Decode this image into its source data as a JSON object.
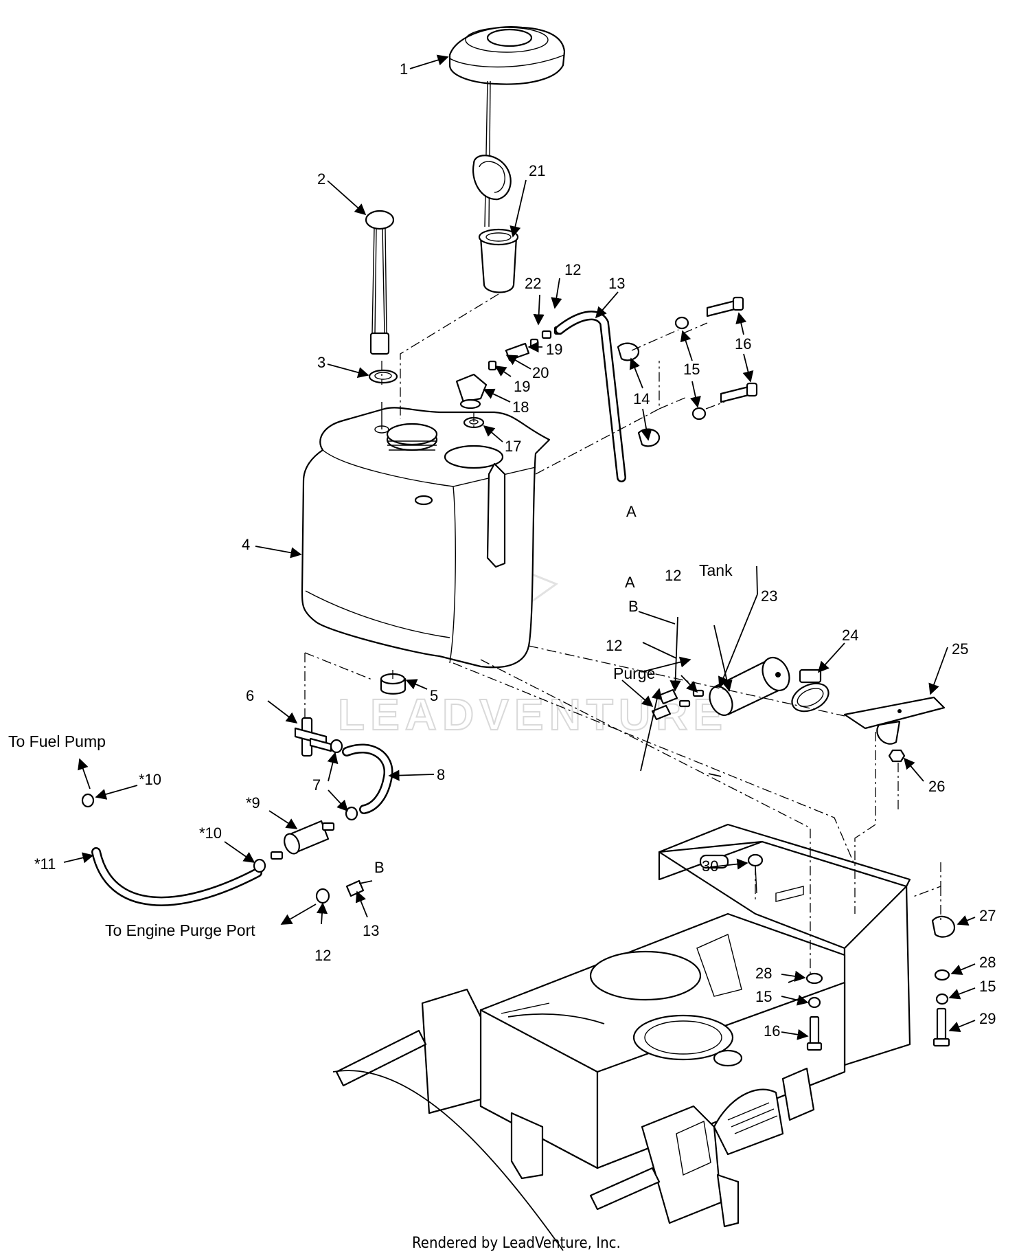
{
  "diagram": {
    "callouts": {
      "c1": "1",
      "c2": "2",
      "c3": "3",
      "c4": "4",
      "c5": "5",
      "c6": "6",
      "c7": "7",
      "c8": "8",
      "c9": "*9",
      "c10a": "*10",
      "c10b": "*10",
      "c11": "*11",
      "c12a": "12",
      "c12b": "12",
      "c12c": "12",
      "c12d": "12",
      "c13a": "13",
      "c13b": "13",
      "c14": "14",
      "c15a": "15",
      "c15b": "15",
      "c15c": "15",
      "c16a": "16",
      "c16b": "16",
      "c17": "17",
      "c18": "18",
      "c19a": "19",
      "c19b": "19",
      "c20": "20",
      "c21": "21",
      "c22": "22",
      "c23": "23",
      "c24": "24",
      "c25": "25",
      "c26": "26",
      "c27": "27",
      "c28a": "28",
      "c28b": "28",
      "c29": "29",
      "c30": "30",
      "refA1": "A",
      "refA2": "A",
      "refB1": "B",
      "refB2": "B"
    },
    "labels": {
      "to_fuel_pump": "To Fuel Pump",
      "to_engine_purge_port": "To Engine Purge Port",
      "tank": "Tank",
      "purge": "Purge"
    },
    "watermark": "LEADVENTURE",
    "footer": "Rendered by LeadVenture, Inc."
  }
}
